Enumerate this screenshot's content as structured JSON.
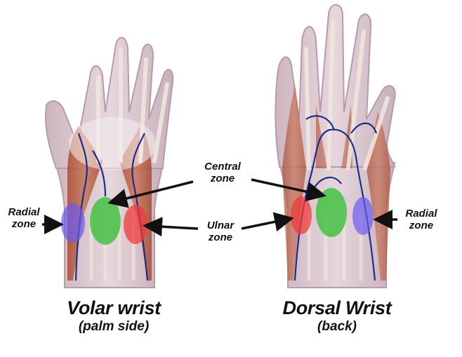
{
  "labels": {
    "radial_left_1": "Radial",
    "radial_left_2": "zone",
    "central_1": "Central",
    "central_2": "zone",
    "ulnar_1": "Ulnar",
    "ulnar_2": "zone",
    "radial_right_1": "Radial",
    "radial_right_2": "zone"
  },
  "titles": {
    "volar": "Volar wrist",
    "volar_sub": "(palm side)",
    "dorsal": "Dorsal Wrist",
    "dorsal_sub": "(back)"
  },
  "colors": {
    "radial_zone": "#6a5cf0",
    "central_zone": "#2fbf2f",
    "ulnar_zone": "#f03a3a",
    "skin": "#d9c4cc",
    "muscle": "#b85a3a",
    "tendon": "#efe6dc",
    "vein": "#1a2f8a",
    "text": "#111111"
  }
}
